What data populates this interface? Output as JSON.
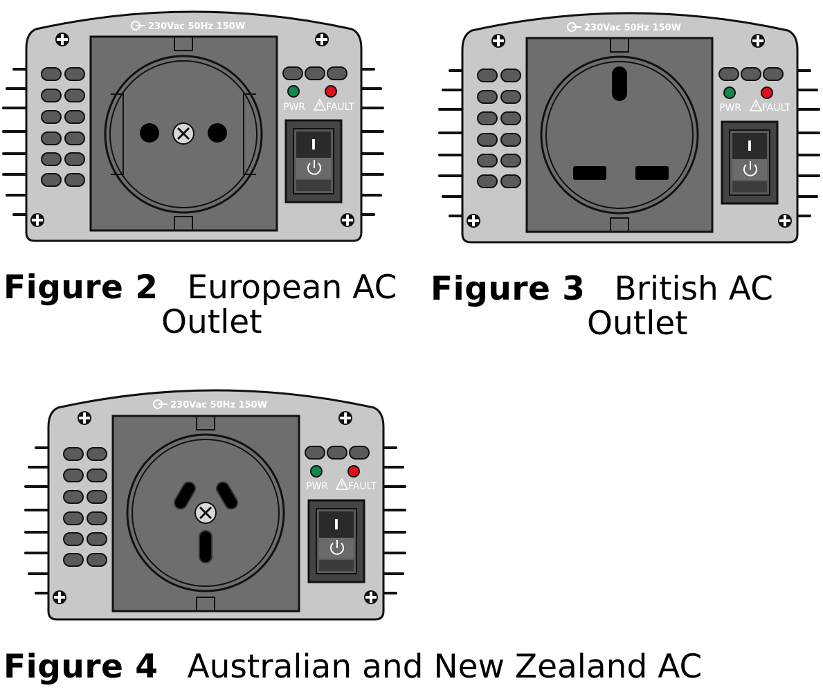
{
  "figures": [
    {
      "id": "european",
      "number": "Figure 2",
      "title_line1": "European AC",
      "title_line2": "Outlet",
      "rating": "230Vac 50Hz 150W",
      "pwr_label": "PWR",
      "fault_label": "FAULT",
      "switch_on_symbol": "I",
      "outlet_type": "schuko"
    },
    {
      "id": "british",
      "number": "Figure 3",
      "title_line1": "British AC",
      "title_line2": "Outlet",
      "rating": "230Vac 50Hz 150W",
      "pwr_label": "PWR",
      "fault_label": "FAULT",
      "switch_on_symbol": "I",
      "outlet_type": "type-g"
    },
    {
      "id": "australian",
      "number": "Figure 4",
      "title_line1": "Australian and New Zealand AC",
      "title_line2": "",
      "rating": "230Vac 50Hz 150W",
      "pwr_label": "PWR",
      "fault_label": "FAULT",
      "switch_on_symbol": "I",
      "outlet_type": "type-i"
    }
  ],
  "colors": {
    "body": "#c8c8c8",
    "panel": "#6e6e6e",
    "vent": "#5a5a5a",
    "pwr_led": "#0f8a4a",
    "fault_led": "#e0101a",
    "outline": "#111111"
  },
  "icons": {
    "pwr_led": "green-led",
    "fault_led": "red-led",
    "warning": "warning-triangle-icon",
    "power": "power-symbol-icon",
    "screw": "phillips-screw-icon",
    "plug": "ac-plug-icon"
  }
}
